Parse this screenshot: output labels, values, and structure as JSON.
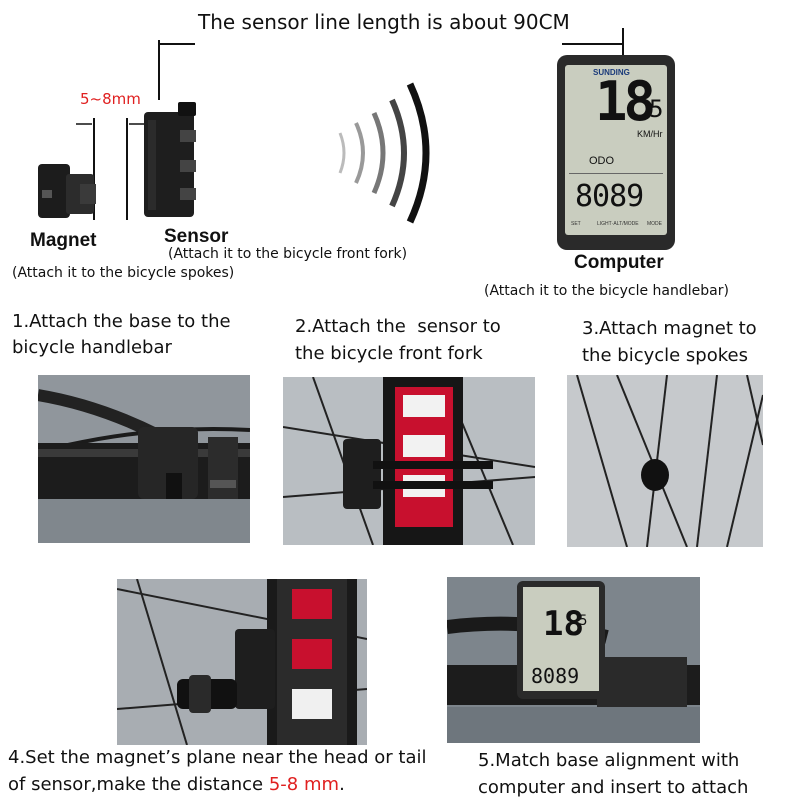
{
  "header": {
    "sensor_line_note": "The sensor line length is about 90CM",
    "distance_label": "5~8mm"
  },
  "parts": {
    "magnet": {
      "name": "Magnet",
      "hint": "(Attach it to the bicycle spokes)"
    },
    "sensor": {
      "name": "Sensor",
      "hint": "(Attach it to the bicycle front fork)"
    },
    "computer": {
      "name": "Computer",
      "hint": "(Attach it to the bicycle handlebar)"
    }
  },
  "display": {
    "brand": "SUNDING",
    "speed_main": "18",
    "speed_decimal": "5",
    "speed_unit": "KM/Hr",
    "mode": "ODO",
    "odometer": "8089",
    "buttons": [
      "SET",
      "LIGHT·ALT/MODE",
      "MODE"
    ]
  },
  "steps": {
    "step1": "1.Attach the base to the bicycle handlebar",
    "step2": "2.Attach the  sensor to the bicycle front fork",
    "step3": "3.Attach magnet to the bicycle spokes",
    "step4_text": "4.Set the magnet’s plane near the head or tail of sensor,make the distance",
    "step4_highlight": "5-8 mm",
    "step4_end": ".",
    "step5": "5.Match base alignment with computer and insert to attach"
  },
  "colors": {
    "highlight": "#e02020",
    "lcd": "#c9cdbf",
    "device": "#2a2a2a",
    "frame_red": "#c8102e"
  }
}
